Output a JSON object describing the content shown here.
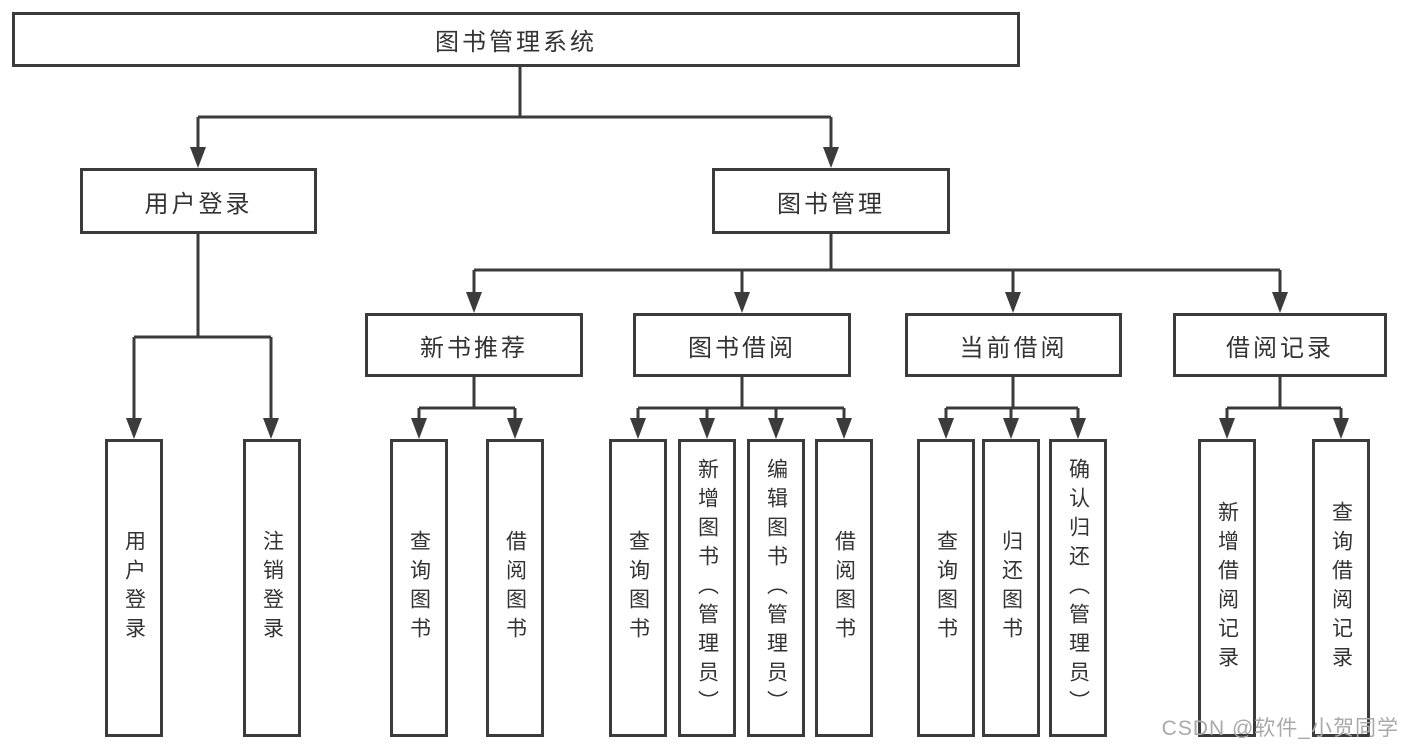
{
  "diagram_title": "图书管理系统",
  "colors": {
    "line": "#3b3b3b",
    "box_border": "#3b3b3b",
    "text": "#333333",
    "background": "#ffffff",
    "watermark": "#a9a9a9"
  },
  "watermark": {
    "text": "CSDN @软件_小贺同学"
  },
  "tree": {
    "root": {
      "label": "图书管理系统"
    },
    "branches": [
      {
        "label": "用户登录",
        "children": [
          {
            "label": "用户登录"
          },
          {
            "label": "注销登录"
          }
        ]
      },
      {
        "label": "图书管理",
        "children": [
          {
            "label": "新书推荐",
            "children": [
              {
                "label": "查询图书"
              },
              {
                "label": "借阅图书"
              }
            ]
          },
          {
            "label": "图书借阅",
            "children": [
              {
                "label": "查询图书"
              },
              {
                "label": "新增图书（管理员）"
              },
              {
                "label": "编辑图书（管理员）"
              },
              {
                "label": "借阅图书"
              }
            ]
          },
          {
            "label": "当前借阅",
            "children": [
              {
                "label": "查询图书"
              },
              {
                "label": "归还图书"
              },
              {
                "label": "确认归还（管理员）"
              }
            ]
          },
          {
            "label": "借阅记录",
            "children": [
              {
                "label": "新增借阅记录"
              },
              {
                "label": "查询借阅记录"
              }
            ]
          }
        ]
      }
    ]
  }
}
